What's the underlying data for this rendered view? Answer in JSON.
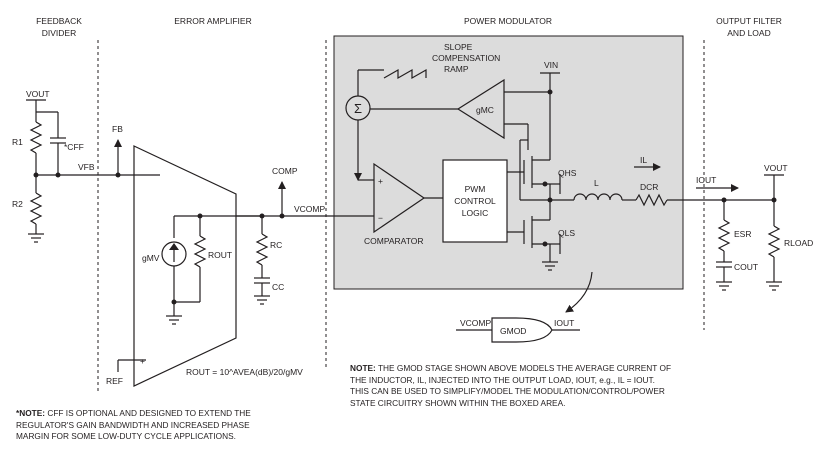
{
  "sections": {
    "feedback_divider": [
      "FEEDBACK",
      "DIVIDER"
    ],
    "error_amplifier": "ERROR AMPLIFIER",
    "power_modulator": "POWER MODULATOR",
    "output_filter": [
      "OUTPUT FILTER",
      "AND LOAD"
    ]
  },
  "labels": {
    "vout_left": "VOUT",
    "r1": "R1",
    "r2": "R2",
    "cff": "*CFF",
    "vfb": "VFB",
    "fb": "FB",
    "minus": "−",
    "plus": "+",
    "gmv": "gMV",
    "rout": "ROUT",
    "ref": "REF",
    "rout_formula": "ROUT = 10^AVEA(dB)/20/gMV",
    "comp": "COMP",
    "rc": "RC",
    "cc": "CC",
    "vcomp": "VCOMP",
    "comparator": "COMPARATOR",
    "slope": [
      "SLOPE",
      "COMPENSATION",
      "RAMP"
    ],
    "sigma": "Σ",
    "gmc": "gMC",
    "vin": "VIN",
    "pwm": [
      "PWM",
      "CONTROL",
      "LOGIC"
    ],
    "qhs": "QHS",
    "qls": "QLS",
    "il_arrow": "IL",
    "l": "L",
    "dcr": "DCR",
    "iout": "IOUT",
    "vout_right": "VOUT",
    "esr": "ESR",
    "cout": "COUT",
    "rload": "RLOAD",
    "gmod_vcomp": "VCOMP",
    "gmod": "GMOD",
    "gmod_iout": "IOUT"
  },
  "notes": {
    "gmod_note": {
      "label": "NOTE:",
      "lines": [
        "THE GMOD STAGE SHOWN ABOVE MODELS THE AVERAGE CURRENT OF",
        "THE INDUCTOR, IL, INJECTED INTO THE OUTPUT LOAD, IOUT, e.g., IL = IOUT.",
        "THIS CAN BE USED TO SIMPLIFY/MODEL THE MODULATION/CONTROL/POWER",
        "STATE CIRCUITRY SHOWN WITHIN THE BOXED AREA."
      ]
    },
    "cff_note": {
      "label": "*NOTE:",
      "lines": [
        "CFF IS OPTIONAL AND DESIGNED TO EXTEND THE",
        "REGULATOR'S GAIN BANDWIDTH AND INCREASED PHASE",
        "MARGIN FOR SOME LOW-DUTY CYCLE APPLICATIONS."
      ]
    }
  }
}
